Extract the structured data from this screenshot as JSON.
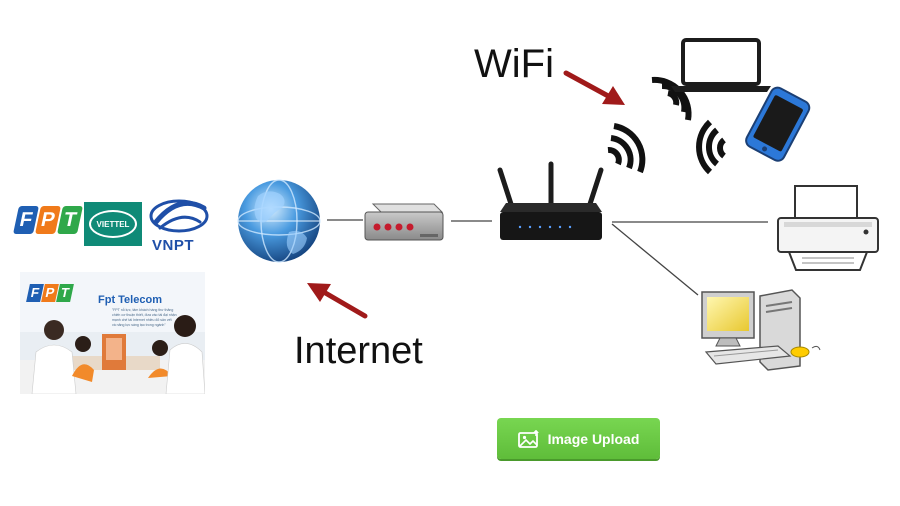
{
  "labels": {
    "wifi": "WiFi",
    "internet": "Internet"
  },
  "isp_logos": {
    "fpt": [
      "F",
      "P",
      "T"
    ],
    "fpt_colors": [
      "#1f5fb3",
      "#f07a1a",
      "#2fa84a"
    ],
    "viettel": "VIETTEL",
    "vnpt": "VNPT"
  },
  "photo": {
    "brand": "Fpt Telecom",
    "tagline_lines": [
      "\"FPT nỗ lực, tâm khách hàng thư thăng",
      "chiến cơ thuận thiết, đưa vào tài đại nhận",
      "mạnh chế tài Internet nhiều đỏ sân vết",
      "và năng lực sáng tạo trong ngành\""
    ]
  },
  "upload_button": {
    "label": "Image Upload"
  },
  "colors": {
    "accent_green": "#67c940",
    "arrow_red": "#a01a1a",
    "device_dark": "#1c1c1c"
  },
  "icons": [
    "globe-icon",
    "modem-icon",
    "router-icon",
    "laptop-icon",
    "phone-icon",
    "printer-icon",
    "desktop-pc-icon",
    "wifi-signal-icon",
    "image-icon"
  ]
}
